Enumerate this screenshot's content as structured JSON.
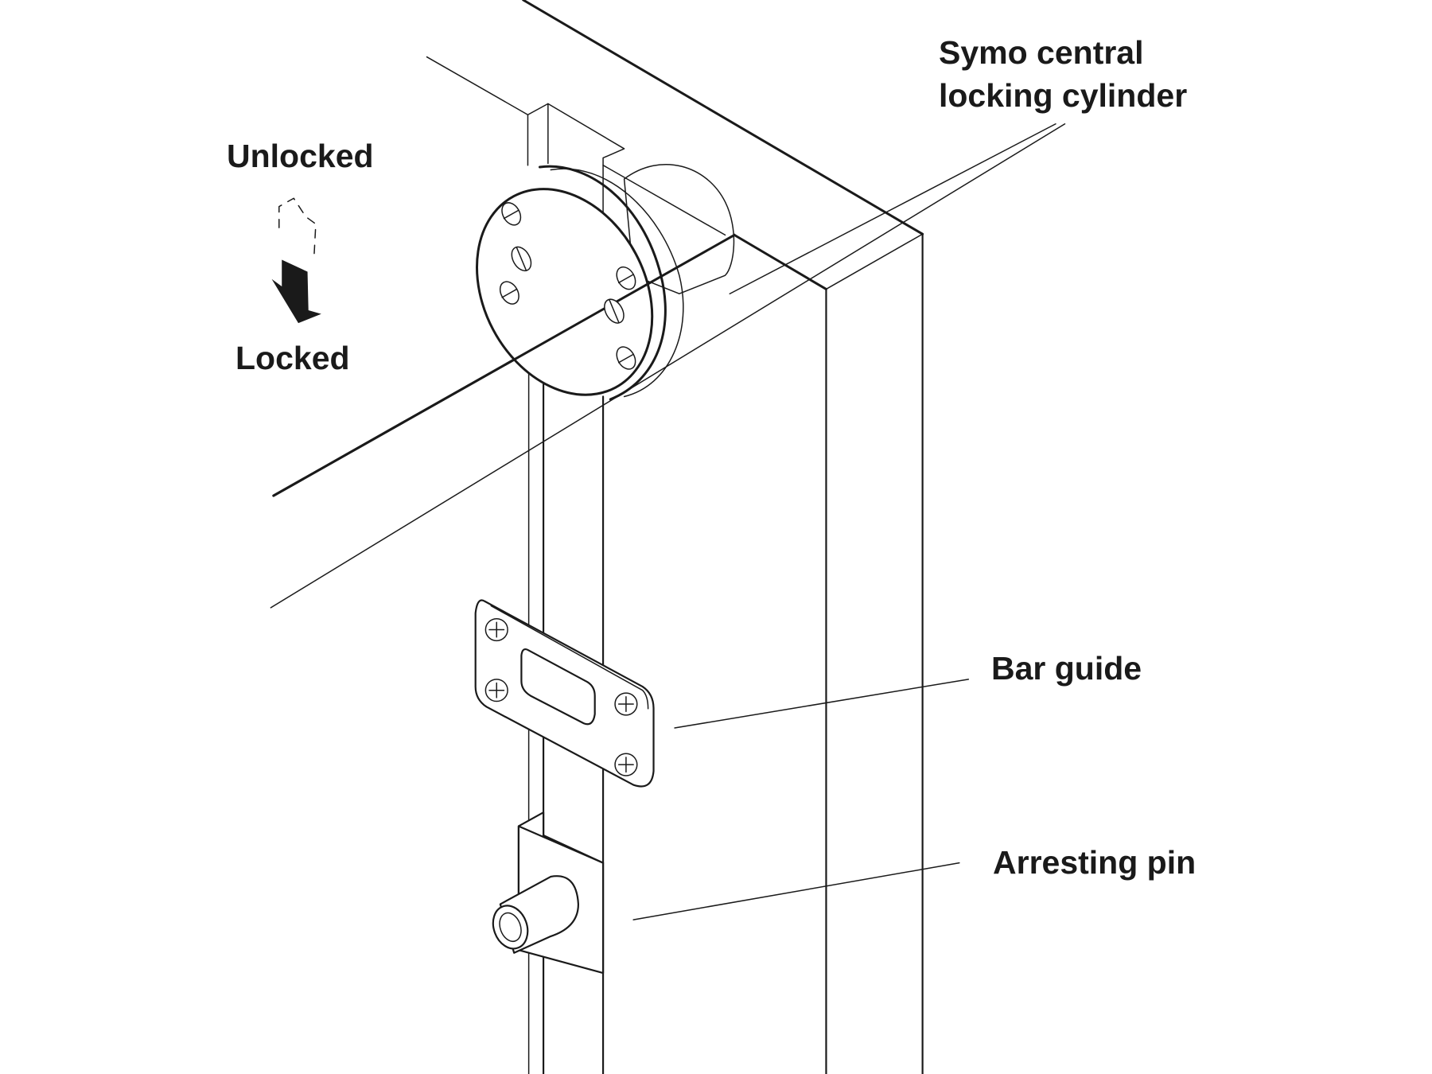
{
  "title": "Symo central locking cylinder installation diagram",
  "labels": {
    "cylinder_line1": "Symo central",
    "cylinder_line2": "locking cylinder",
    "unlocked": "Unlocked",
    "locked": "Locked",
    "bar_guide": "Bar guide",
    "arresting_pin": "Arresting pin"
  },
  "icons": {
    "state_arrow": "turn-down-arrow-icon",
    "ghost_arrow": "dashed-arrow-outline-icon"
  },
  "colors": {
    "line": "#1a1a1a",
    "background": "#ffffff"
  }
}
